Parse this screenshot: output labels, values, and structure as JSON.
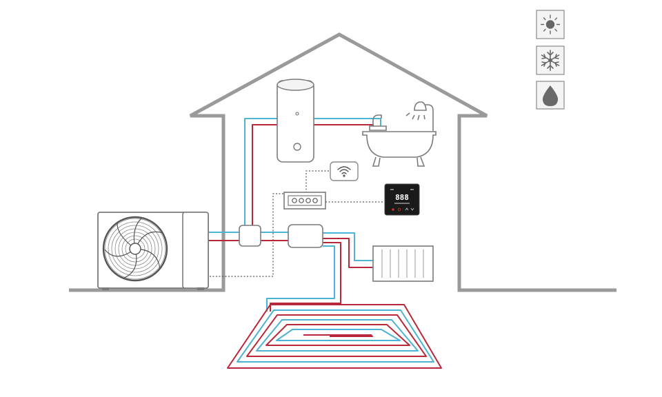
{
  "colors": {
    "outline": "#9a9a9a",
    "pipe_hot": "#b8283a",
    "pipe_cold": "#4cb3d4",
    "signal": "#555555",
    "panel_bg": "#1a1a1a",
    "panel_text": "#ffffff",
    "panel_accent": "#d03030"
  },
  "mode_icons": [
    {
      "icon": "sun-icon",
      "mode": "heating"
    },
    {
      "icon": "snowflake-icon",
      "mode": "cooling"
    },
    {
      "icon": "water-drop-icon",
      "mode": "hot-water"
    }
  ],
  "thermostat": {
    "display": "888"
  }
}
